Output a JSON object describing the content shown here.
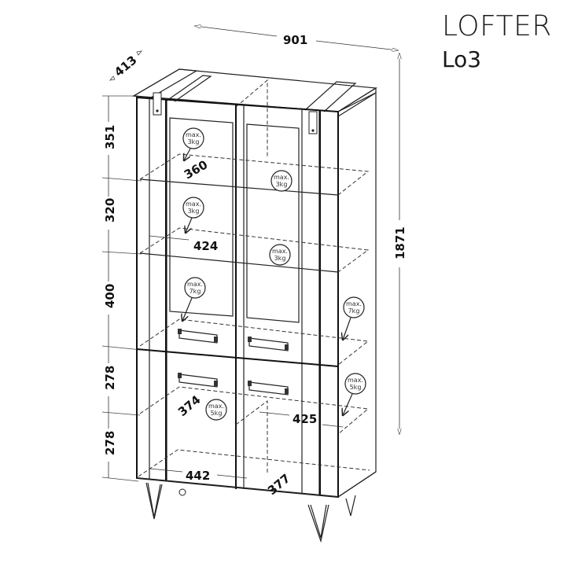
{
  "product": {
    "name": "LOFTER",
    "model": "Lo3"
  },
  "dimensions": {
    "width": "901",
    "depth": "413",
    "height": "1871",
    "section_heights": [
      "351",
      "320",
      "400",
      "278",
      "278"
    ],
    "shelf_depth_upper": "360",
    "shelf_width_upper": "424",
    "shelf_depth_middle": "374",
    "shelf_width_middle": "425",
    "shelf_width_bottom": "442",
    "shelf_depth_bottom": "377"
  },
  "load_badges": [
    {
      "id": "left-upper",
      "line1": "max.",
      "line2": "3kg"
    },
    {
      "id": "left-second",
      "line1": "max.",
      "line2": "3kg"
    },
    {
      "id": "right-upper",
      "line1": "max.",
      "line2": "3kg"
    },
    {
      "id": "right-second",
      "line1": "max.",
      "line2": "3kg"
    },
    {
      "id": "left-third",
      "line1": "max.",
      "line2": "7kg"
    },
    {
      "id": "side-third",
      "line1": "max.",
      "line2": "7kg"
    },
    {
      "id": "side-fourth",
      "line1": "max.",
      "line2": "5kg"
    },
    {
      "id": "left-fourth",
      "line1": "max.",
      "line2": "5kg"
    }
  ],
  "colors": {
    "line": "#222222",
    "background": "#ffffff",
    "text": "#111111"
  }
}
